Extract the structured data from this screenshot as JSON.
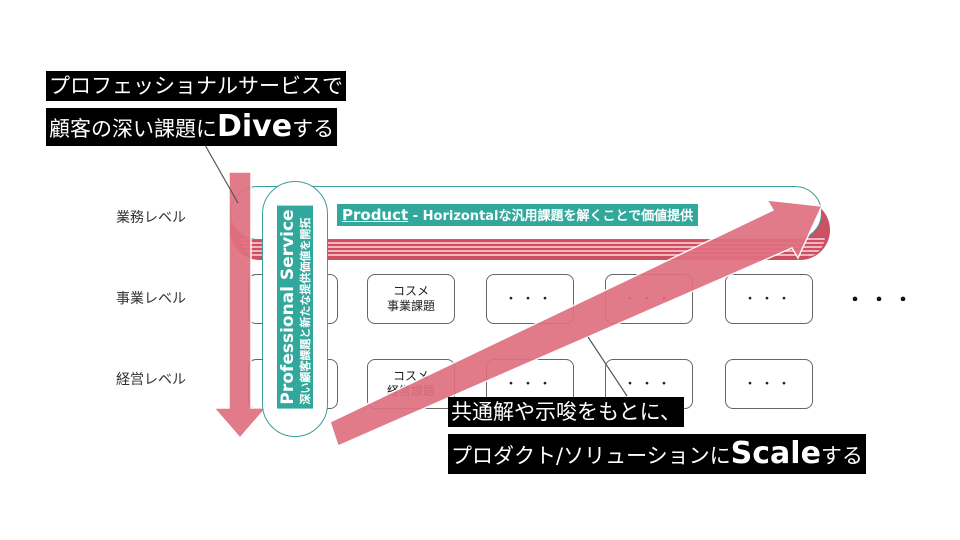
{
  "colors": {
    "arrow": "#e07080",
    "arrow_shadow": "#c03448",
    "accent_teal": "#32a89c",
    "callout_bg": "#000000"
  },
  "callout_top": {
    "line1": "プロフェッショナルサービスで",
    "line2_prefix": "顧客の深い課題に",
    "line2_emphasis": "Dive",
    "line2_suffix": "する"
  },
  "callout_bottom": {
    "line1": "共通解や示唆をもとに、",
    "line2_prefix": "プロダクト/ソリューションに",
    "line2_emphasis": "Scale",
    "line2_suffix": "する"
  },
  "rows": {
    "gyomu": "業務レベル",
    "jigyo": "事業レベル",
    "keiei": "経営レベル"
  },
  "product": {
    "title": "Product",
    "description": " - Horizontalな汎用課題を解くことで価値提供"
  },
  "professional_service": {
    "title": "Professional Service",
    "description": "深い顧客課題と新たな提供価値を開拓"
  },
  "cells": {
    "jigyo_cosme": "コスメ\n事業課題",
    "keiei_cosme": "コスメ\n経営課題",
    "dots": "・・・"
  }
}
